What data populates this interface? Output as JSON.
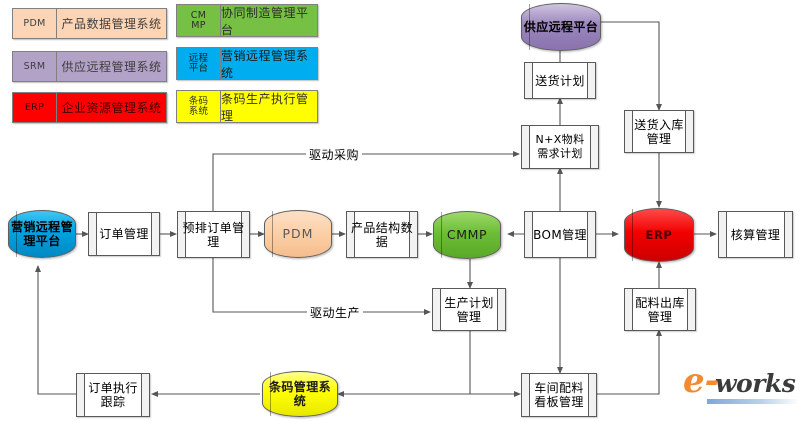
{
  "legend": {
    "items": [
      {
        "key": "PDM",
        "desc": "产品数据管理系统",
        "color": "#fbd5b5"
      },
      {
        "key": "CM\nMP",
        "desc": "协同制造管理平台",
        "color": "#76c043"
      },
      {
        "key": "SRM",
        "desc": "供应远程管理系统",
        "color": "#b3a2c7"
      },
      {
        "key": "远程\n平台",
        "desc": "营销远程管理系统",
        "color": "#00aeef"
      },
      {
        "key": "ERP",
        "desc": "企业资源管理系统",
        "color": "#ff0000"
      },
      {
        "key": "条码\n系统",
        "desc": "条码生产执行管理",
        "color": "#ffff00"
      }
    ]
  },
  "diagram": {
    "nodes": {
      "marketing_platform": "营销远程管理平台",
      "order_management": "订单管理",
      "pre_schedule_order": "预排订单管理",
      "pdm": "PDM",
      "product_structure": "产品结构数据",
      "cmmp": "CMMP",
      "bom_management": "BOM管理",
      "erp": "ERP",
      "accounting": "核算管理",
      "supply_platform": "供应远程平台",
      "delivery_plan": "送货计划",
      "material_demand": "N+X物料需求计划",
      "delivery_inbound": "送货入库管理",
      "production_plan": "生产计划管理",
      "material_outbound": "配料出库管理",
      "workshop_kanban": "车间配料看板管理",
      "barcode_system": "条码管理系统",
      "order_tracking": "订单执行跟踪"
    },
    "edge_labels": {
      "drive_purchase": "驱动采购",
      "drive_production": "驱动生产"
    }
  },
  "watermark": {
    "prefix": "e-",
    "suffix": "works"
  }
}
